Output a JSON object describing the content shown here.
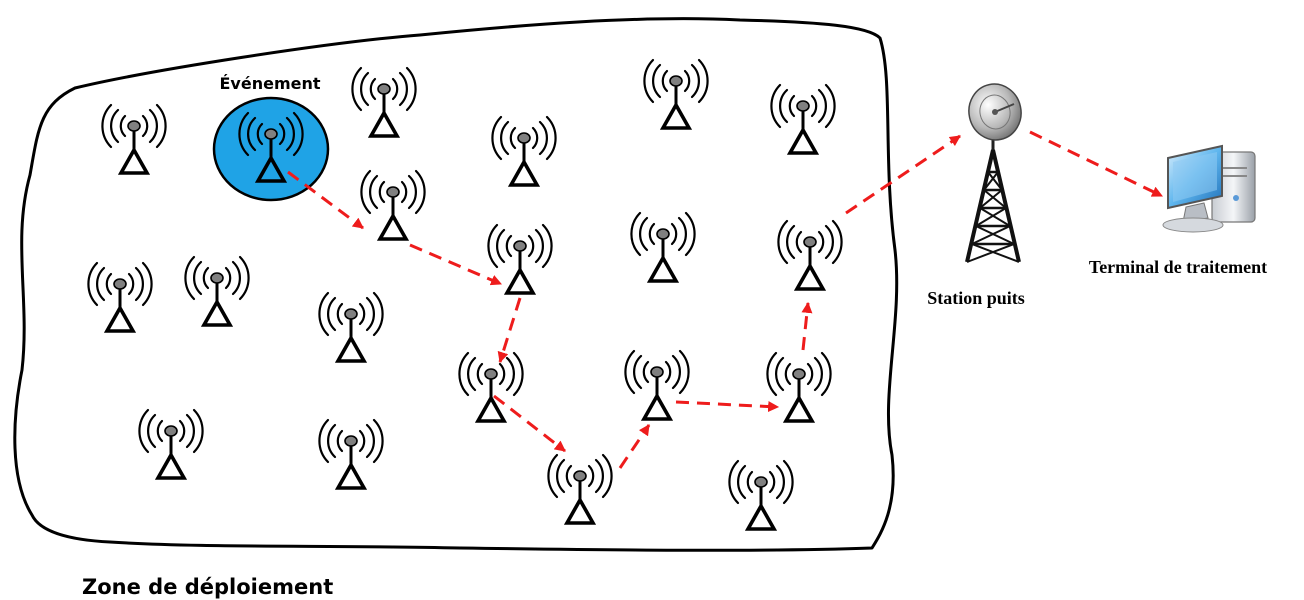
{
  "labels": {
    "event": "Événement",
    "zone": "Zone de déploiement",
    "sink": "Station puits",
    "terminal": "Terminal de traitement"
  },
  "colors": {
    "event_fill": "#1fa3e6",
    "route_arrow": "#ee1c1c",
    "outline": "#000000",
    "node_head": "#808080"
  },
  "icons": {
    "sensor": "antenna-sensor-icon",
    "sink": "satellite-tower-icon",
    "terminal": "desktop-computer-icon"
  }
}
